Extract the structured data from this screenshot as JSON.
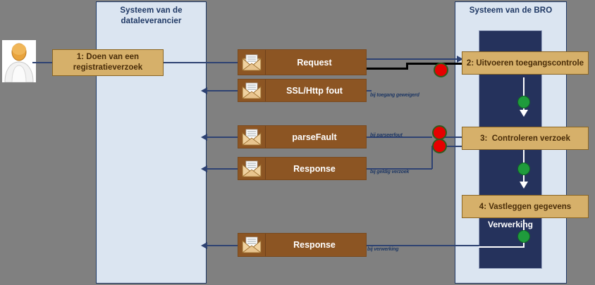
{
  "diagram": {
    "title": "Registratieverzoek BRO sequentie",
    "lanes": [
      {
        "id": "dataleverancier",
        "title": "Systeem van de\ndataleverancier",
        "title_line1": "Systeem van de",
        "title_line2": "dataleverancier"
      },
      {
        "id": "bro",
        "title": "Systeem van de BRO",
        "title_line1": "Systeem van de BRO",
        "title_line2": ""
      }
    ],
    "pillar_label": "Verwerking",
    "actor": {
      "name": "actor-dataleverancier"
    },
    "steps": [
      {
        "id": "step1",
        "label": "1: Doen van een\nregistratieverzoek",
        "line1": "1: Doen van een",
        "line2": "registratieverzoek"
      },
      {
        "id": "step2",
        "label": "2: Uitvoeren toegangscontrole"
      },
      {
        "id": "step3",
        "label": "3:  Controleren verzoek"
      },
      {
        "id": "step4",
        "label": "4: Vastleggen gegevens"
      }
    ],
    "messages": [
      {
        "id": "msg-request",
        "label": "Request",
        "icon": "envelope-icon"
      },
      {
        "id": "msg-sslfout",
        "label": "SSL/Http fout",
        "icon": "envelope-icon"
      },
      {
        "id": "msg-parsefault",
        "label": "parseFault",
        "icon": "envelope-icon"
      },
      {
        "id": "msg-response-1",
        "label": "Response",
        "icon": "envelope-icon"
      },
      {
        "id": "msg-response-2",
        "label": "Response",
        "icon": "envelope-icon"
      }
    ],
    "conditions": [
      {
        "id": "cond-toegang",
        "label": "bij toegang geweigerd"
      },
      {
        "id": "cond-parsefout",
        "label": "bij parseerfout"
      },
      {
        "id": "cond-geldig",
        "label": "bij geldig verzoek"
      },
      {
        "id": "cond-verwerkt",
        "label": "bij verwerking"
      }
    ],
    "colors": {
      "lane_background": "#dbe5f1",
      "lane_border": "#1f3864",
      "canvas": "#808080",
      "message_box": "#8c5523",
      "step_box": "#d6b06a",
      "pillar": "#25325c",
      "connector": "#2e4272",
      "dot_red": "#e60000",
      "dot_green": "#1f9b3c",
      "title_text": "#1f3864"
    }
  }
}
